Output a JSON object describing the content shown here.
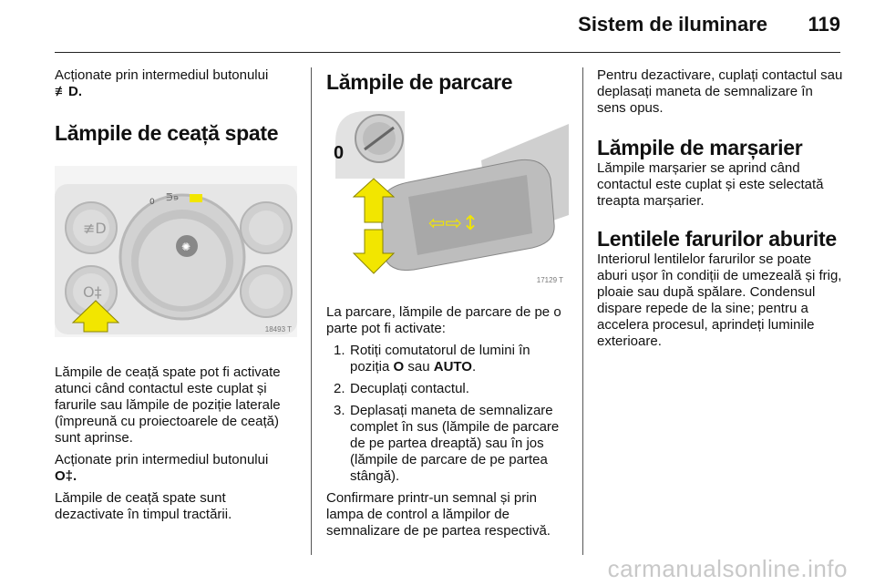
{
  "header": {
    "title": "Sistem de iluminare",
    "page": "119"
  },
  "col1": {
    "intro": "Acționate prin intermediul butonului",
    "intro_icon": "≢D.",
    "heading": "Lămpile de ceață spate",
    "figure_code": "18493 T",
    "para1": "Lămpile de ceață spate pot fi activate atunci când contactul este cuplat și farurile sau lămpile de poziție laterale (împreună cu proiectoarele de ceață) sunt aprinse.",
    "para2": "Acționate prin intermediul butonului",
    "para2_icon": "O‡.",
    "para3": "Lămpile de ceață spate sunt dezactivate în timpul tractării."
  },
  "col2": {
    "heading": "Lămpile de parcare",
    "figure_code": "17129 T",
    "figure_switch_label": "0",
    "intro": "La parcare, lămpile de parcare de pe o parte pot fi activate:",
    "steps": [
      {
        "num": "1.",
        "pre": "Rotiți comutatorul de lumini în poziția ",
        "b1": "O",
        "mid": " sau ",
        "b2": "AUTO",
        "post": "."
      },
      {
        "num": "2.",
        "text": "Decuplați contactul."
      },
      {
        "num": "3.",
        "text": "Deplasați maneta de semnalizare complet în sus (lămpile de parcare de pe partea dreaptă) sau în jos (lămpile de parcare de pe partea stângă)."
      }
    ],
    "outro": "Confirmare printr-un semnal și prin lampa de control a lămpilor de semnalizare de pe partea respectivă."
  },
  "col3": {
    "para_top": "Pentru dezactivare, cuplați contactul sau deplasați maneta de semnalizare în sens opus.",
    "heading1": "Lămpile de marșarier",
    "para1": "Lămpile marșarier se aprind când contactul este cuplat și este selectată treapta marșarier.",
    "heading2": "Lentilele farurilor aburite",
    "para2": "Interiorul lentilelor farurilor se poate aburi ușor în condiții de umezeală și frig, ploaie sau după spălare. Condensul dispare repede de la sine; pentru a accelera procesul, aprindeți luminile exterioare."
  },
  "watermark": "carmanualsonline.info",
  "colors": {
    "highlight": "#f2e600",
    "text": "#111111",
    "rule": "#222222"
  }
}
